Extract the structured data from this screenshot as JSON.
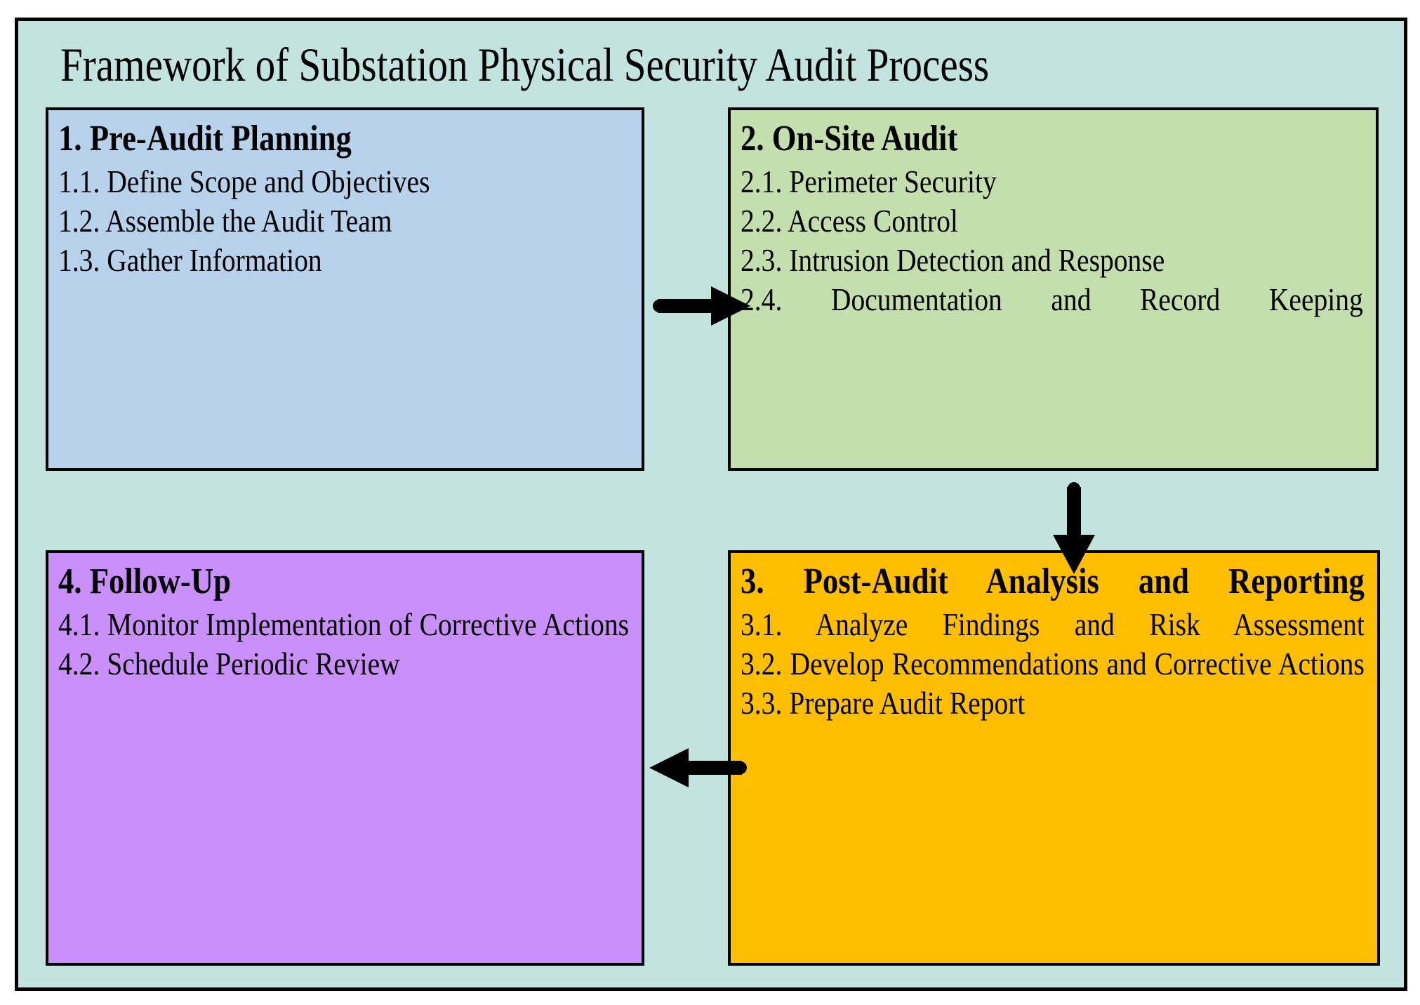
{
  "diagram": {
    "title": "Framework of Substation Physical Security Audit Process",
    "background_color": "#c3e4de",
    "border_color": "#000000",
    "boxes": [
      {
        "id": "pre-audit-planning",
        "number": "1.",
        "heading": "1. Pre-Audit Planning",
        "color": "#b8d2ec",
        "items": [
          "1.1. Define Scope and Objectives",
          "1.2. Assemble the Audit Team",
          "1.3. Gather Information"
        ]
      },
      {
        "id": "on-site-audit",
        "number": "2.",
        "heading": "2. On-Site Audit",
        "color": "#c3dfae",
        "items": [
          "2.1. Perimeter Security",
          "2.2. Access Control",
          "2.3. Intrusion Detection and Response",
          "2.4. Documentation and Record Keeping"
        ]
      },
      {
        "id": "post-audit-analysis-and-reporting",
        "number": "3.",
        "heading": "3. Post-Audit Analysis and Reporting",
        "color": "#ffbe00",
        "items": [
          "3.1. Analyze Findings and Risk Assessment",
          "3.2. Develop Recommendations and Corrective Actions",
          "3.3. Prepare Audit Report"
        ]
      },
      {
        "id": "follow-up",
        "number": "4.",
        "heading": "4. Follow-Up",
        "color": "#c98ffa",
        "items": [
          "4.1. Monitor Implementation of Corrective Actions",
          "4.2. Schedule Periodic Review"
        ]
      }
    ],
    "arrows": [
      {
        "id": "arrow-1-to-2",
        "from": "pre-audit-planning",
        "to": "on-site-audit",
        "direction": "right"
      },
      {
        "id": "arrow-2-to-3",
        "from": "on-site-audit",
        "to": "post-audit-analysis-and-reporting",
        "direction": "down"
      },
      {
        "id": "arrow-3-to-4",
        "from": "post-audit-analysis-and-reporting",
        "to": "follow-up",
        "direction": "left"
      }
    ]
  }
}
